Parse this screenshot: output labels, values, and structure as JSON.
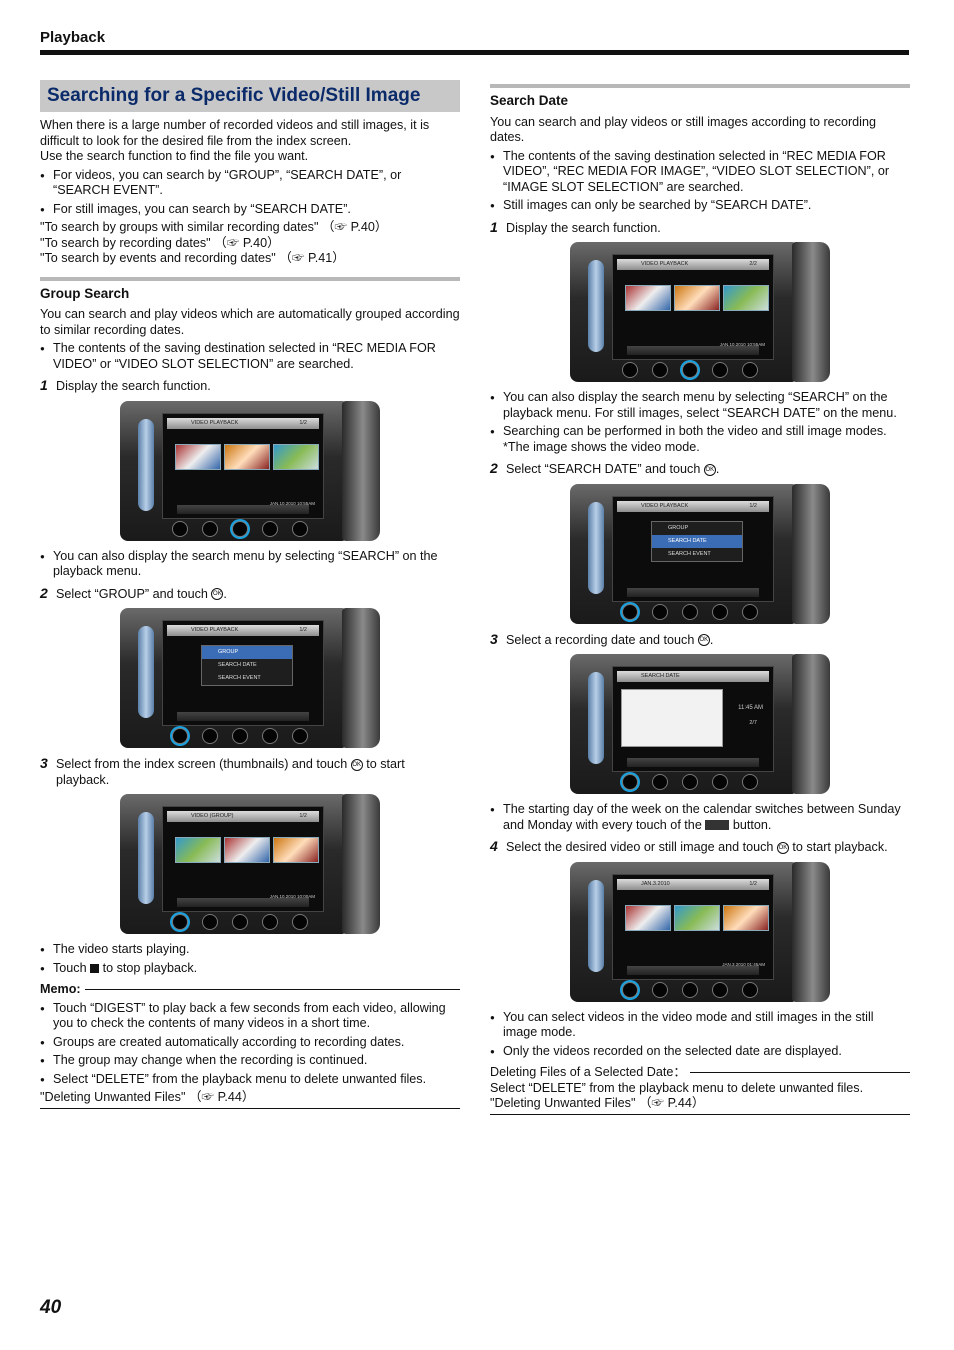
{
  "header": {
    "section": "Playback",
    "page_number": "40"
  },
  "left": {
    "title": "Searching for a Specific Video/Still Image",
    "intro": [
      "When there is a large number of recorded videos and still images, it is difficult to look for the desired file from the index screen.",
      "Use the search function to find the file you want."
    ],
    "intro_bullets": [
      "For videos, you can search by “GROUP”, “SEARCH DATE”, or “SEARCH EVENT”.",
      "For still images, you can search by “SEARCH DATE”."
    ],
    "refs": [
      "\"To search by groups with similar recording dates\" （☞ P.40）",
      "\"To search by recording dates\" （☞ P.40）",
      "\"To search by events and recording dates\" （☞ P.41）"
    ],
    "group_search": {
      "title": "Group Search",
      "desc": "You can search and play videos which are automatically grouped according to similar recording dates.",
      "desc_bullet": "The contents of the saving destination selected in “REC MEDIA FOR VIDEO” or “VIDEO SLOT SELECTION” are searched.",
      "step1_num": "1",
      "step1": "Display the search function.",
      "bullet_after1": "You can also display the search menu by selecting “SEARCH” on the playback menu.",
      "step2_num": "2",
      "step2": "Select “GROUP” and touch",
      "step3_num": "3",
      "step3a": "Select from the index screen (thumbnails) and touch",
      "step3b": "to start playback.",
      "after3_bullet1": "The video starts playing.",
      "after3_bullet2a": "Touch",
      "after3_bullet2b": "to stop playback.",
      "memo_label": "Memo:",
      "memo_bullets": [
        "Touch “DIGEST” to play back a few seconds from each video, allowing you to check the contents of many videos in a short time.",
        "Groups are created automatically according to recording dates.",
        "The group may change when the recording is continued.",
        "Select “DELETE” from the playback menu to delete unwanted files."
      ],
      "memo_ref": "\"Deleting Unwanted Files\" （☞ P.44）"
    }
  },
  "right": {
    "title": "Search Date",
    "desc": "You can search and play videos or still images according to recording dates.",
    "desc_bullets": [
      "The contents of the saving destination selected in “REC MEDIA FOR VIDEO”, “REC MEDIA FOR IMAGE”, “VIDEO SLOT SELECTION”, or “IMAGE SLOT SELECTION” are searched.",
      "Still images can only be searched by “SEARCH DATE”."
    ],
    "step1_num": "1",
    "step1": "Display the search function.",
    "bullets_after1": [
      "You can also display the search menu by selecting “SEARCH” on the playback menu. For still images, select “SEARCH DATE” on the menu.",
      "Searching can be performed in both the video and still image modes. *The image shows the video mode."
    ],
    "step2_num": "2",
    "step2": "Select “SEARCH DATE” and touch",
    "step3_num": "3",
    "step3": "Select a recording date and touch",
    "bullet_after3a": "The starting day of the week on the calendar switches between Sunday and Monday with every touch of the",
    "bullet_after3b": "button.",
    "step4_num": "4",
    "step4a": "Select the desired video or still image and touch",
    "step4b": "to start playback.",
    "bullets_after4": [
      "You can select videos in the video mode and still images in the still image mode.",
      "Only the videos recorded on the selected date are displayed."
    ],
    "delete_label": "Deleting Files of a Selected Date：",
    "delete_text": "Select “DELETE” from the playback menu to delete unwanted files.",
    "delete_ref": "\"Deleting Unwanted Files\" （☞ P.44）"
  },
  "ok_glyph": "OK",
  "screens": {
    "s1": {
      "title": "VIDEO PLAYBACK",
      "page": "1/2",
      "date": "JAN.10.2010 10:55AM"
    },
    "s2": {
      "title": "VIDEO PLAYBACK",
      "page": "1/2",
      "menu": [
        "GROUP",
        "SEARCH DATE",
        "SEARCH EVENT"
      ],
      "selected": 0
    },
    "s3": {
      "title": "VIDEO (GROUP)",
      "page": "1/2",
      "date": "JAN.10.2010 10:00AM"
    },
    "r1": {
      "title": "VIDEO PLAYBACK",
      "page": "2/2",
      "date": "JAN.10.2010 10:55AM"
    },
    "r2": {
      "title": "VIDEO PLAYBACK",
      "page": "1/2",
      "menu": [
        "GROUP",
        "SEARCH DATE",
        "SEARCH EVENT"
      ],
      "selected": 1
    },
    "r3": {
      "title": "SEARCH DATE",
      "page": "2/7",
      "date": "11:45 AM"
    },
    "r4": {
      "title": "JAN.3.2010",
      "page": "1/2",
      "date": "JAN.3.2010 01:45AM"
    }
  },
  "colors": {
    "title_text": "#0b2a6a",
    "title_bg": "#c8c8c8",
    "highlight": "#1aa2e0"
  }
}
